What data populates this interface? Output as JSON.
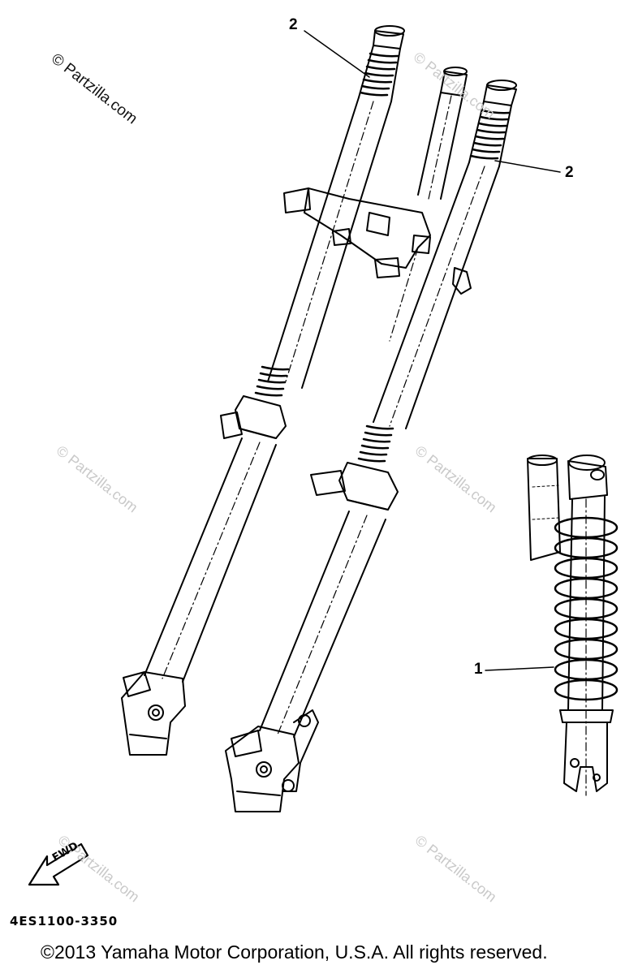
{
  "watermarks": {
    "primary": "© Partzilla.com",
    "faded": "© Partzilla.com"
  },
  "callouts": {
    "fork_left": "2",
    "fork_right": "2",
    "shock": "1"
  },
  "fwd_label": "FWD",
  "diagram_code": "4ES1100-3350",
  "copyright": "©2013 Yamaha Motor Corporation, U.S.A. All rights reserved."
}
